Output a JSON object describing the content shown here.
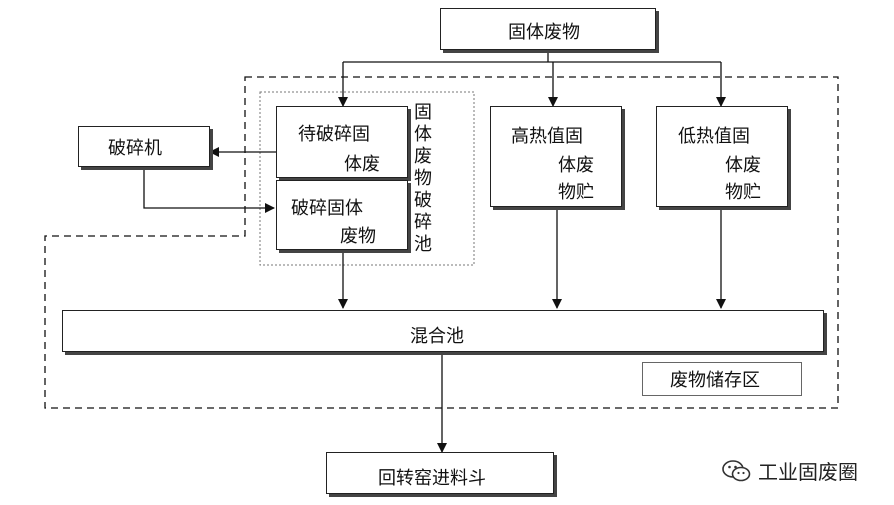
{
  "nodes": {
    "solid_waste": "固体废物",
    "crusher": "破碎机",
    "to_crush": [
      "待破碎固",
      "体废"
    ],
    "crushed": [
      "破碎固体",
      "废物"
    ],
    "crush_pit": "固体废物破碎池",
    "high_heat": [
      "高热值固",
      "体废",
      "物贮"
    ],
    "low_heat": [
      "低热值固",
      "体废",
      "物贮"
    ],
    "mix_pool": "混合池",
    "storage_zone": "废物储存区",
    "kiln_hopper": "回转窑进料斗"
  },
  "watermark": {
    "text": "工业固废圈",
    "icon": "wechat-icon"
  }
}
